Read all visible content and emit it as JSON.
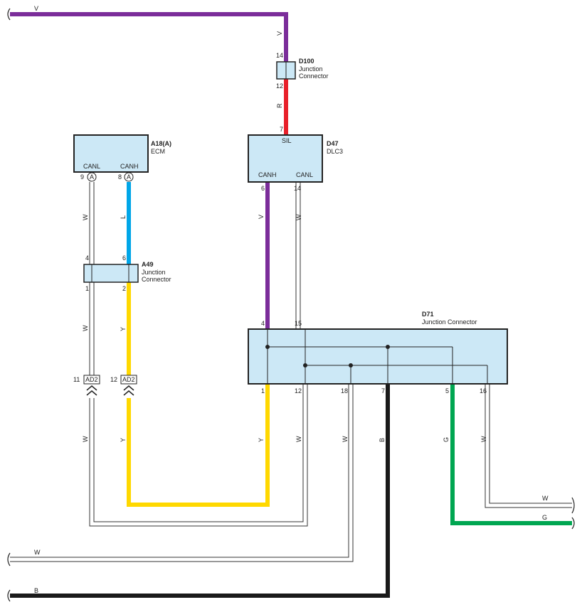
{
  "colors": {
    "V": "#7b2d9a",
    "R": "#e8202a",
    "L": "#00a6e8",
    "Y": "#ffd800",
    "B": "#1a1a1a",
    "G": "#00a651",
    "W": "#ffffff",
    "box_fill": "#cce8f6"
  },
  "connectors": {
    "d100": {
      "id": "D100",
      "desc1": "Junction",
      "desc2": "Connector",
      "pin_top": "14",
      "pin_bottom": "12"
    },
    "d47": {
      "id": "D47",
      "desc": "DLC3",
      "term_sil": "SIL",
      "term_canh": "CANH",
      "term_canl": "CANL",
      "pin_sil": "7",
      "pin_canh": "6",
      "pin_canl": "14"
    },
    "a18": {
      "id": "A18(A)",
      "desc": "ECM",
      "term_canl": "CANL",
      "term_canh": "CANH",
      "pin_canl": "9",
      "pin_canh": "8",
      "letter": "A"
    },
    "a49": {
      "id": "A49",
      "desc1": "Junction",
      "desc2": "Connector",
      "pin_tl": "4",
      "pin_tr": "6",
      "pin_bl": "1",
      "pin_br": "2"
    },
    "ad2": {
      "id": "AD2",
      "pin_left": "11",
      "pin_right": "12"
    },
    "d71": {
      "id": "D71",
      "desc": "Junction Connector",
      "pin_4": "4",
      "pin_15": "15",
      "pin_1": "1",
      "pin_12": "12",
      "pin_18": "18",
      "pin_7": "7",
      "pin_5": "5",
      "pin_16": "16"
    }
  },
  "wires": {
    "top_v": "V",
    "d100_top": "V",
    "d100_bottom": "R",
    "a18_canl": "W",
    "a18_canh": "L",
    "d47_canh": "V",
    "d47_canl": "W",
    "a49_left": "W",
    "a49_right": "Y",
    "ad2_left": "W",
    "ad2_right": "Y",
    "d71_1": "Y",
    "d71_12": "W",
    "d71_18": "W",
    "d71_7": "B",
    "d71_5": "G",
    "d71_16": "W",
    "bottom_w": "W",
    "bottom_b": "B",
    "right_w": "W",
    "right_g": "G"
  }
}
